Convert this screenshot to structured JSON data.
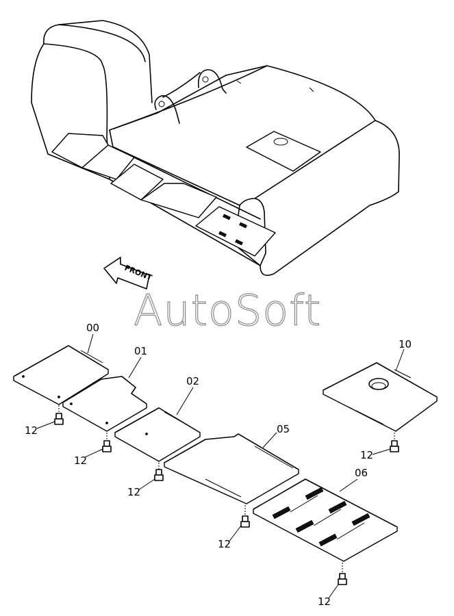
{
  "watermark": "AutoSoft",
  "direction_label": "FRONT",
  "callouts": {
    "p00": "00",
    "p01": "01",
    "p02": "02",
    "p05": "05",
    "p06": "06",
    "p10": "10",
    "b1": "12",
    "b2": "12",
    "b3": "12",
    "b4": "12",
    "b5": "12",
    "b6": "12"
  }
}
